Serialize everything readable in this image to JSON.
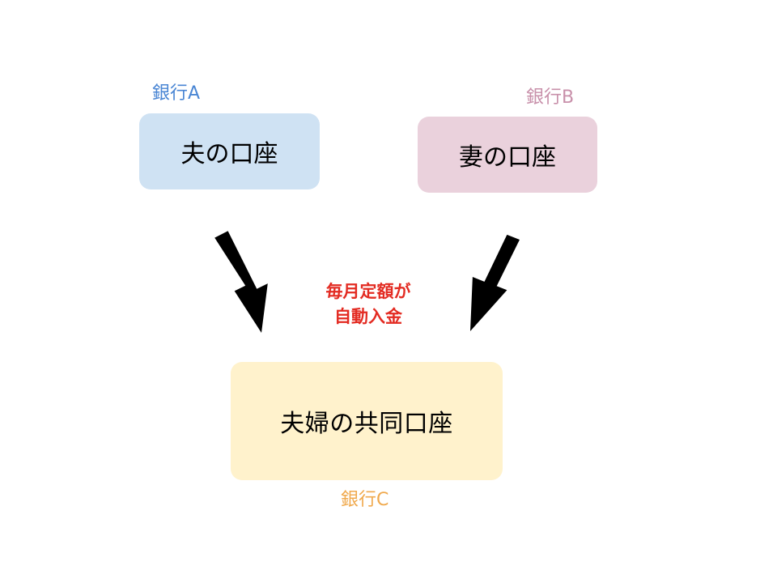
{
  "colors": {
    "bank_a": "#4a86d4",
    "bank_b": "#c890aa",
    "bank_c": "#f0a94d",
    "box_husband": "#cfe2f3",
    "box_wife": "#ead1dc",
    "box_joint": "#fff2cc",
    "note": "#e32b22",
    "arrow": "#000000"
  },
  "husband": {
    "bank_label": "銀行A",
    "account_label": "夫の口座"
  },
  "wife": {
    "bank_label": "銀行B",
    "account_label": "妻の口座"
  },
  "joint": {
    "bank_label": "銀行C",
    "account_label": "夫婦の共同口座"
  },
  "transfer_note": {
    "line1": "毎月定額が",
    "line2": "自動入金"
  }
}
